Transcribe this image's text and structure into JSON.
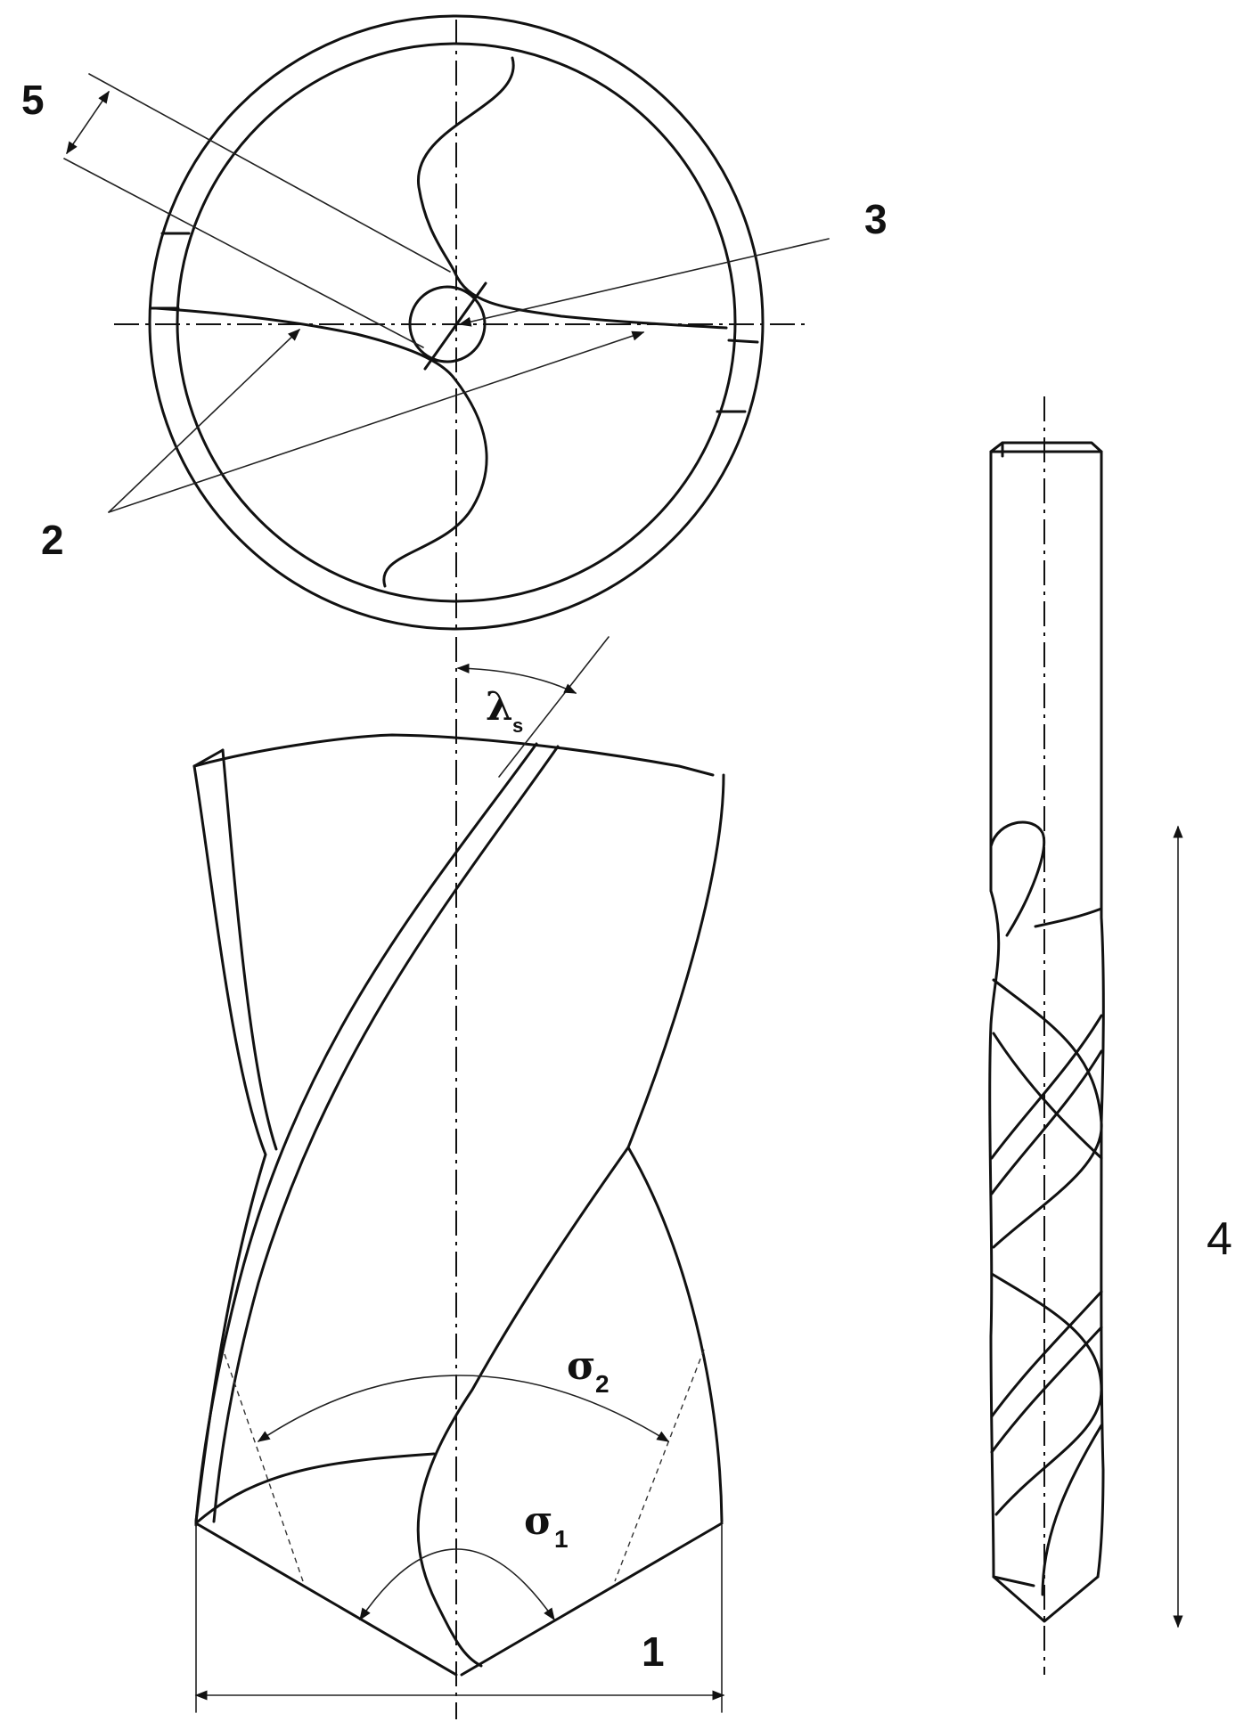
{
  "labels": {
    "l1": "1",
    "l2": "2",
    "l3": "3",
    "l4": "4",
    "l5": "5",
    "lambda_main": "λ",
    "lambda_sub": "s",
    "sigma2_main": "σ",
    "sigma2_sub": "2",
    "sigma1_main": "σ",
    "sigma1_sub": "1"
  },
  "colors": {
    "ink": "#111111",
    "background": "#ffffff"
  }
}
